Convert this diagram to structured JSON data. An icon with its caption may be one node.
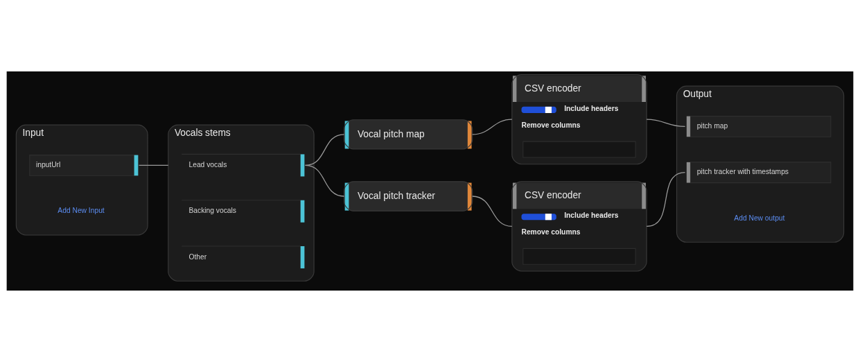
{
  "diagram": {
    "nodes": [
      {
        "text": [
          "Input"
        ]
      },
      {
        "text": [
          "inputUrl"
        ],
        "in": 0
      },
      {
        "text": [
          "Vocals stems"
        ]
      },
      {
        "text": [
          "Lead vocals"
        ],
        "in": 2
      },
      {
        "text": [
          "Backing vocals"
        ],
        "in": 2
      },
      {
        "text": [
          "Other"
        ],
        "in": 2
      },
      {
        "text": [
          "Vocal pitch map"
        ]
      },
      {
        "text": [
          "Vocal pitch tracker"
        ]
      },
      {
        "text": [
          "CSV encoder",
          "Include headers",
          "Remove columns"
        ]
      },
      {
        "text": [
          "CSV encoder",
          "Include headers",
          "Remove columns"
        ]
      },
      {
        "text": [
          "Output"
        ]
      },
      {
        "text": [
          "pitch map"
        ],
        "in": 10
      },
      {
        "text": [
          "pitch tracker with timestamps"
        ],
        "in": 10
      }
    ],
    "edges": [
      {
        "from": 1,
        "to": 2,
        "arrow": "none"
      },
      {
        "from": 3,
        "to": 6,
        "arrow": "none"
      },
      {
        "from": 3,
        "to": 7,
        "arrow": "none"
      },
      {
        "from": 6,
        "to": 8,
        "arrow": "none"
      },
      {
        "from": 7,
        "to": 9,
        "arrow": "none"
      },
      {
        "from": 8,
        "to": 11,
        "arrow": "none"
      },
      {
        "from": 9,
        "to": 12,
        "arrow": "none"
      }
    ],
    "labels": [
      "Add New Input",
      "Add New output"
    ]
  }
}
